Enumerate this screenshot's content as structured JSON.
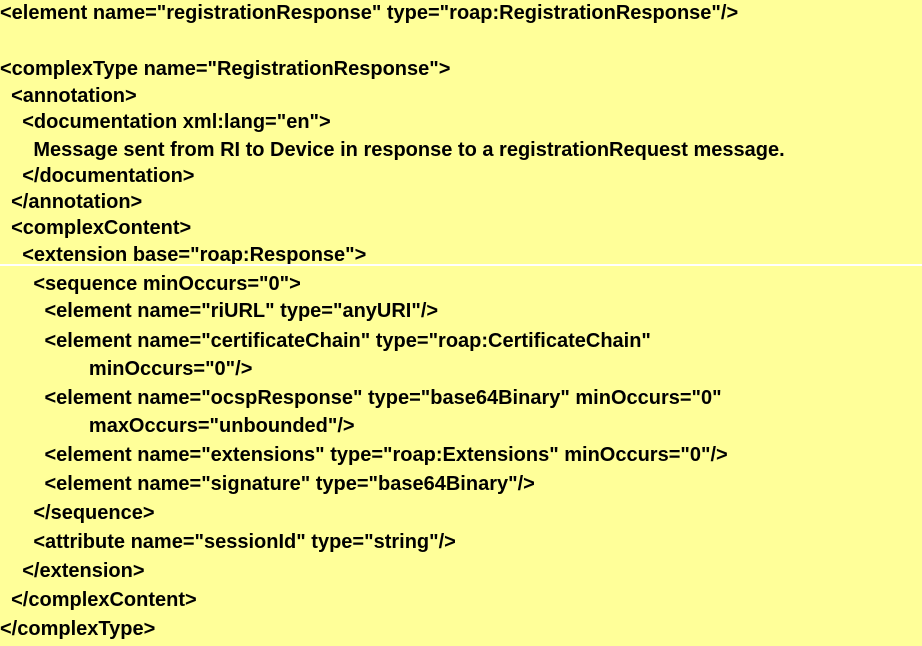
{
  "document": {
    "background_color": "#ffff99",
    "text_color": "#000000",
    "separator_color": "#ffffff",
    "top_block": [
      "<element name=\"registrationResponse\" type=\"roap:RegistrationResponse\"/>",
      "",
      "<complexType name=\"RegistrationResponse\">",
      "  <annotation>",
      "    <documentation xml:lang=\"en\">",
      "      Message sent from RI to Device in response to a registrationRequest message.",
      "    </documentation>",
      "  </annotation>",
      "  <complexContent>",
      "    <extension base=\"roap:Response\">"
    ],
    "bottom_block": [
      "      <sequence minOccurs=\"0\">",
      "        <element name=\"riURL\" type=\"anyURI\"/>",
      "        <element name=\"certificateChain\" type=\"roap:CertificateChain\"",
      "                minOccurs=\"0\"/>",
      "        <element name=\"ocspResponse\" type=\"base64Binary\" minOccurs=\"0\"",
      "                maxOccurs=\"unbounded\"/>",
      "        <element name=\"extensions\" type=\"roap:Extensions\" minOccurs=\"0\"/>",
      "        <element name=\"signature\" type=\"base64Binary\"/>",
      "      </sequence>",
      "      <attribute name=\"sessionId\" type=\"string\"/>",
      "    </extension>",
      "  </complexContent>",
      "</complexType>"
    ]
  }
}
